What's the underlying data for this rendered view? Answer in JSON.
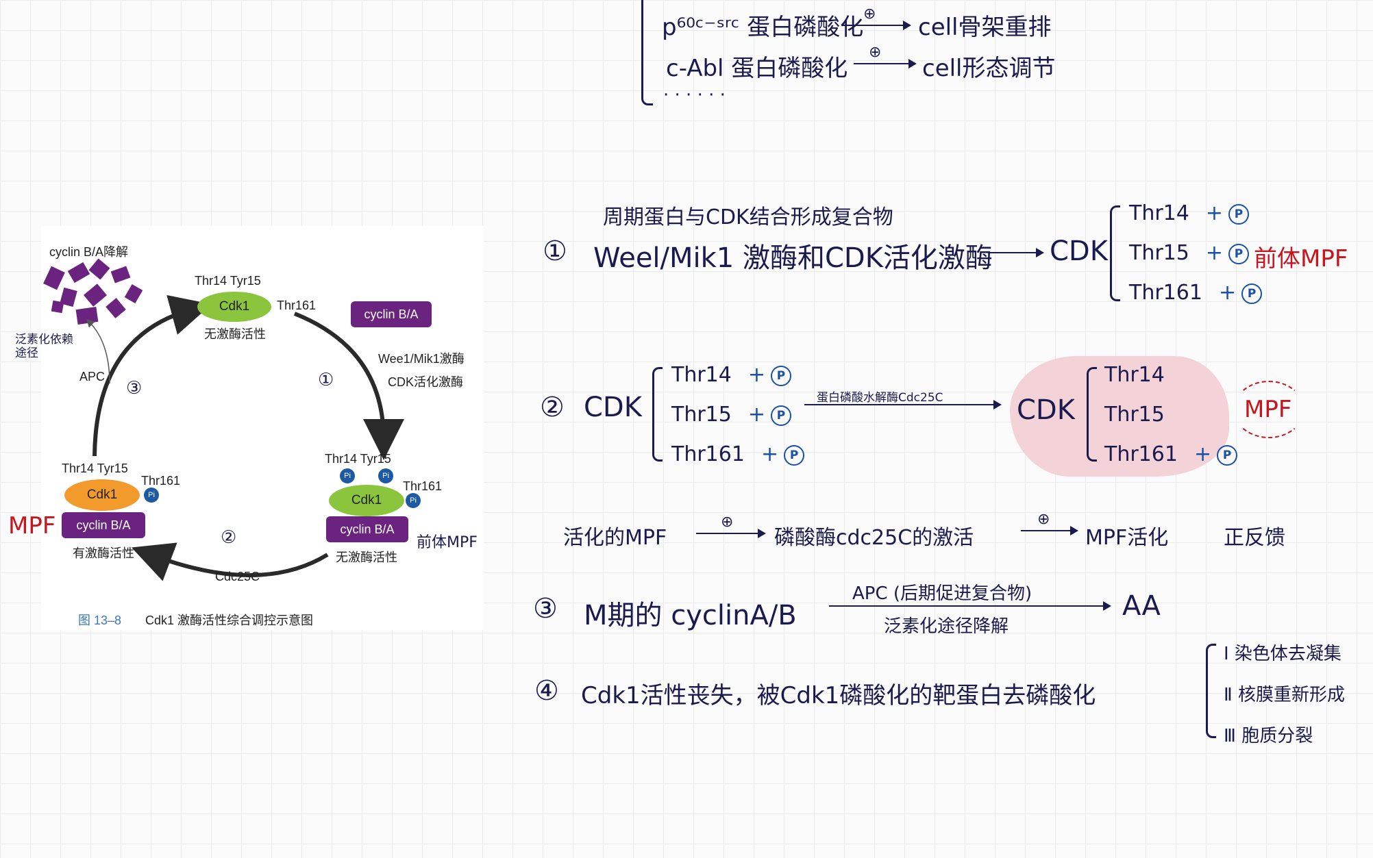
{
  "top_notes": {
    "line1_left": "p⁶⁰ᶜ⁻ˢʳᶜ 蛋白磷酸化",
    "line1_right": "cell骨架重排",
    "line2_left": "c-Abl 蛋白磷酸化",
    "line2_right": "cell形态调节",
    "ellipsis": "· · · · · ·",
    "plus": "⊕"
  },
  "figure": {
    "degrade_label": "cyclin B/A降解",
    "ubiquitin_hw": "泛素化依赖\n途径",
    "apc": "APC",
    "top_sites": "Thr14  Tyr15",
    "top_cdk1": "Cdk1",
    "top_thr161": "Thr161",
    "top_status": "无激酶活性",
    "free_cyclin": "cyclin B/A",
    "kinase1": "Wee1/Mik1激酶",
    "kinase2": "CDK活化激酶",
    "step1": "①",
    "step2": "②",
    "step3": "③",
    "right_sites": "Thr14  Tyr15",
    "right_thr161": "Thr161",
    "right_cdk1": "Cdk1",
    "right_cyclin": "cyclin B/A",
    "right_status": "无激酶活性",
    "right_hw": "前体MPF",
    "left_sites": "Thr14  Tyr15",
    "left_thr161": "Thr161",
    "left_cdk1": "Cdk1",
    "left_cyclin": "cyclin B/A",
    "left_status": "有激酶活性",
    "left_hw": "MPF",
    "cdc25c": "Cdc25C",
    "pi": "Pi",
    "caption_num": "图 13–8",
    "caption_text": "Cdk1 激酶活性综合调控示意图"
  },
  "note1": {
    "header": "周期蛋白与CDK结合形成复合物",
    "num": "①",
    "text": "Weel/Mik1 激酶和CDK活化激酶",
    "cdk": "CDK",
    "rows": [
      "Thr14",
      "Thr15",
      "Thr161"
    ],
    "plus": "+",
    "p": "P",
    "result": "前体MPF"
  },
  "note2": {
    "num": "②",
    "cdk": "CDK",
    "rows": [
      "Thr14",
      "Thr15",
      "Thr161"
    ],
    "plus": "+",
    "p": "P",
    "enzyme": "蛋白磷酸水解酶Cdc25C",
    "cdk2": "CDK",
    "rows2": [
      "Thr14",
      "Thr15",
      "Thr161"
    ],
    "result": "MPF"
  },
  "note_feedback": {
    "a": "活化的MPF",
    "b": "磷酸酶cdc25C的激活",
    "c": "MPF活化",
    "d": "正反馈",
    "plus": "⊕"
  },
  "note3": {
    "num": "③",
    "text": "M期的  cyclinA/B",
    "above": "APC (后期促进复合物)",
    "below": "泛素化途径降解",
    "result": "AA"
  },
  "note4": {
    "num": "④",
    "text": "Cdk1活性丧失，被Cdk1磷酸化的靶蛋白去磷酸化",
    "items": [
      "Ⅰ 染色体去凝集",
      "Ⅱ 核膜重新形成",
      "Ⅲ 胞质分裂"
    ]
  }
}
